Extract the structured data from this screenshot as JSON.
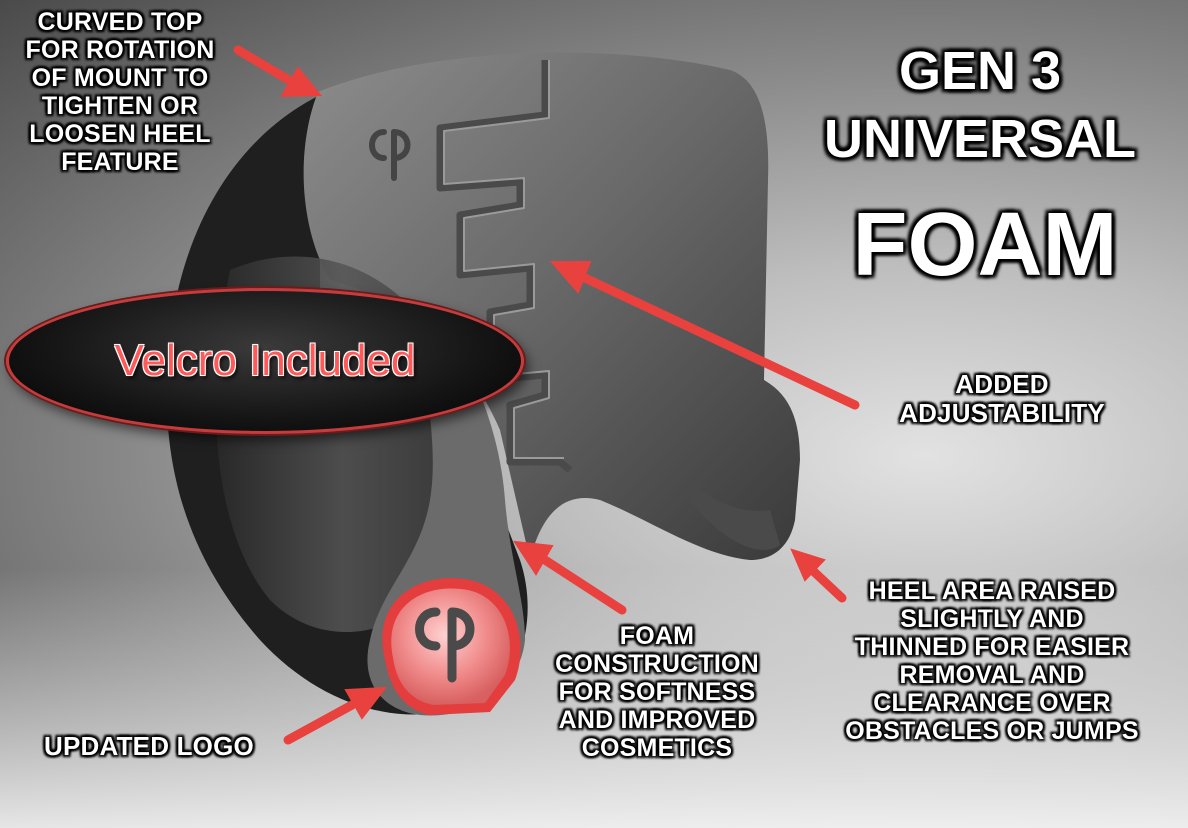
{
  "heading": {
    "line1": "GEN 3",
    "line2": "UNIVERSAL",
    "line3": "FOAM"
  },
  "badge": {
    "text": "Velcro Included"
  },
  "callouts": {
    "curved_top": [
      "CURVED TOP",
      "FOR ROTATION",
      "OF MOUNT TO",
      "TIGHTEN OR",
      "LOOSEN HEEL",
      "FEATURE"
    ],
    "adjustability": [
      "ADDED",
      "ADJUSTABILITY"
    ],
    "heel_area": [
      "HEEL AREA RAISED",
      "SLIGHTLY AND",
      "THINNED FOR EASIER",
      "REMOVAL AND",
      "CLEARANCE OVER",
      "OBSTACLES OR JUMPS"
    ],
    "foam_construction": [
      "FOAM",
      "CONSTRUCTION",
      "FOR SOFTNESS",
      "AND IMPROVED",
      "COSMETICS"
    ],
    "updated_logo": [
      "UPDATED LOGO"
    ]
  },
  "colors": {
    "arrow": "#e8413e",
    "badge_border": "#c63b3b",
    "badge_text": "#ff5a5a",
    "logo_face": "#f08a8a",
    "logo_ring": "#e33d3d",
    "product_body": "#6e6e6e"
  },
  "icons": {
    "brand_logo": "cp-monogram-icon",
    "pointer": "red-arrow-icon"
  }
}
